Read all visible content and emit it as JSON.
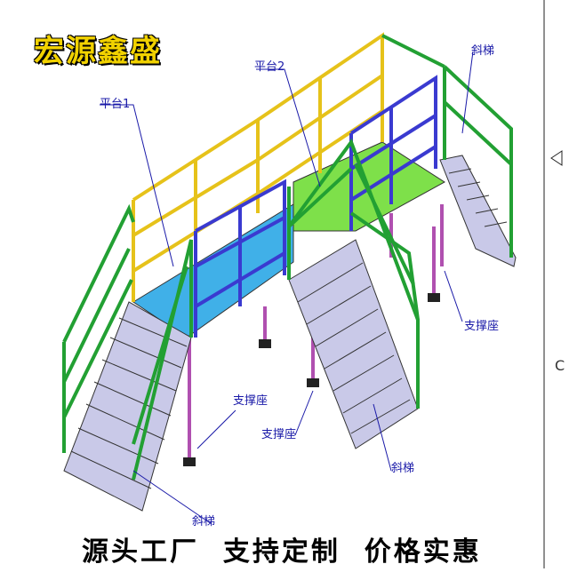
{
  "brand": {
    "title": "宏源鑫盛"
  },
  "slogan": "源头工厂  支持定制  价格实惠",
  "labels": {
    "platform_1": "平台1",
    "platform_2": "平台2",
    "stair_top_right": "斜梯",
    "stair_bottom_center": "斜梯",
    "stair_bottom_left": "斜梯",
    "support_right": "支撑座",
    "support_left": "支撑座",
    "support_center": "支撑座"
  },
  "edge": {
    "letter": "C"
  },
  "colors": {
    "brand_text": "#f2d200",
    "label_text": "#1a1aa8",
    "green_rail": "#22a033",
    "yellow_rail": "#e6c21a",
    "purple_rail": "#3a3ad0",
    "platform_blue": "#40b0e8",
    "platform_green": "#7ee04a",
    "stair_fill": "#c9c9e8",
    "post_magenta": "#b050b0"
  }
}
